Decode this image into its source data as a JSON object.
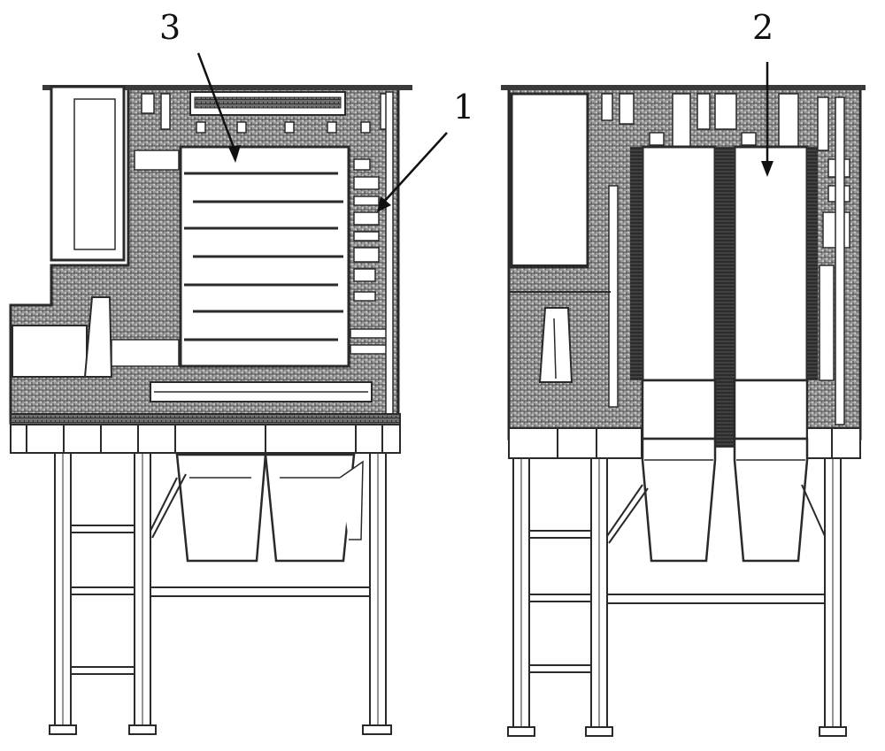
{
  "figure": {
    "callouts": {
      "label_1": "1",
      "label_2": "2",
      "label_3": "3"
    },
    "colors": {
      "line": "#2a2a2a",
      "masonry": "#8c8c8c",
      "masonry_dark": "#4a4a4a",
      "background": "#ffffff"
    }
  }
}
